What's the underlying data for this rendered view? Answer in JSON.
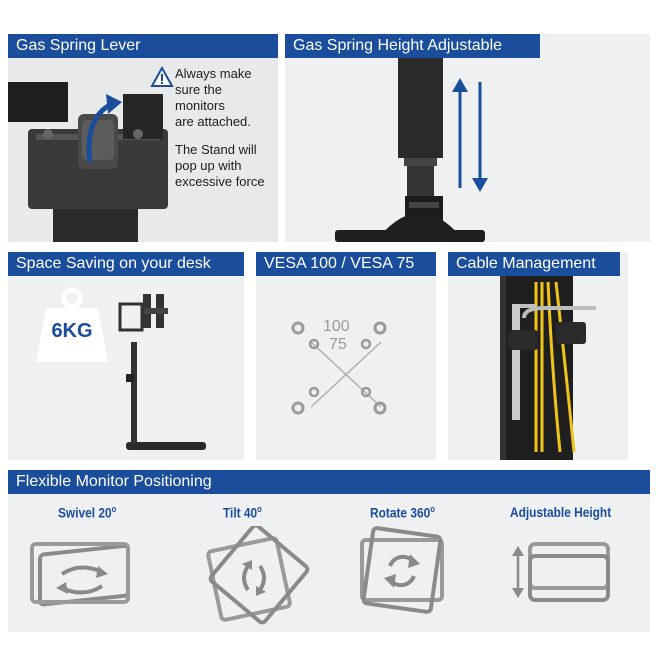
{
  "panels": {
    "gas_spring_lever": {
      "title": "Gas Spring Lever",
      "note1": [
        "Always make",
        "sure the",
        "monitors",
        "are attached."
      ],
      "note2": [
        "The Stand will",
        "pop up with",
        "excessive force"
      ]
    },
    "height_adjustable": {
      "title": "Gas Spring Height Adjustable"
    },
    "space_saving": {
      "title": "Space Saving on your desk",
      "weight_label": "6KG"
    },
    "vesa": {
      "title": "VESA 100 / VESA 75",
      "label_100": "100",
      "label_75": "75"
    },
    "cable": {
      "title": "Cable Management"
    },
    "positioning": {
      "title": "Flexible Monitor Positioning",
      "items": [
        {
          "label": "Swivel 20",
          "sup": "o"
        },
        {
          "label": "Tilt 40",
          "sup": "o"
        },
        {
          "label": "Rotate 360",
          "sup": "o"
        },
        {
          "label": "Adjustable Height",
          "sup": ""
        }
      ]
    }
  },
  "colors": {
    "header_bg": "#1a4d9c",
    "panel_bg": "#eef0f2",
    "accent_blue": "#1a4d9c",
    "icon_gray": "#8a8a8a",
    "cable_yellow": "#f0c419"
  }
}
